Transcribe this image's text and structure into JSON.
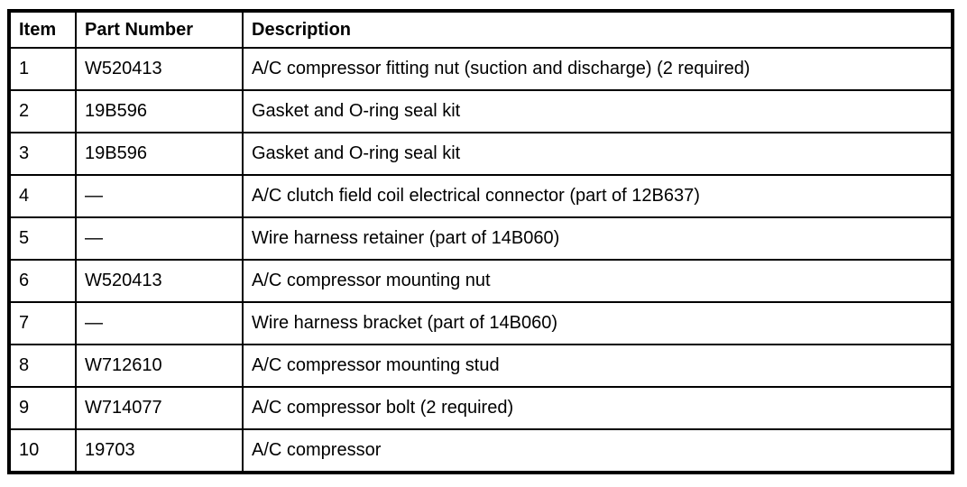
{
  "table": {
    "columns": [
      "Item",
      "Part Number",
      "Description"
    ],
    "rows": [
      {
        "item": "1",
        "part_number": "W520413",
        "description": "A/C compressor fitting nut (suction and discharge) (2 required)"
      },
      {
        "item": "2",
        "part_number": "19B596",
        "description": "Gasket and O-ring seal kit"
      },
      {
        "item": "3",
        "part_number": "19B596",
        "description": "Gasket and O-ring seal kit"
      },
      {
        "item": "4",
        "part_number": "—",
        "description": "A/C clutch field coil electrical connector (part of 12B637)"
      },
      {
        "item": "5",
        "part_number": "—",
        "description": "Wire harness retainer (part of 14B060)"
      },
      {
        "item": "6",
        "part_number": "W520413",
        "description": "A/C compressor mounting nut"
      },
      {
        "item": "7",
        "part_number": "—",
        "description": "Wire harness bracket (part of 14B060)"
      },
      {
        "item": "8",
        "part_number": "W712610",
        "description": "A/C compressor mounting stud"
      },
      {
        "item": "9",
        "part_number": "W714077",
        "description": "A/C compressor bolt (2 required)"
      },
      {
        "item": "10",
        "part_number": "19703",
        "description": "A/C compressor"
      }
    ]
  },
  "colors": {
    "border": "#000000",
    "text": "#000000",
    "background": "#ffffff"
  }
}
